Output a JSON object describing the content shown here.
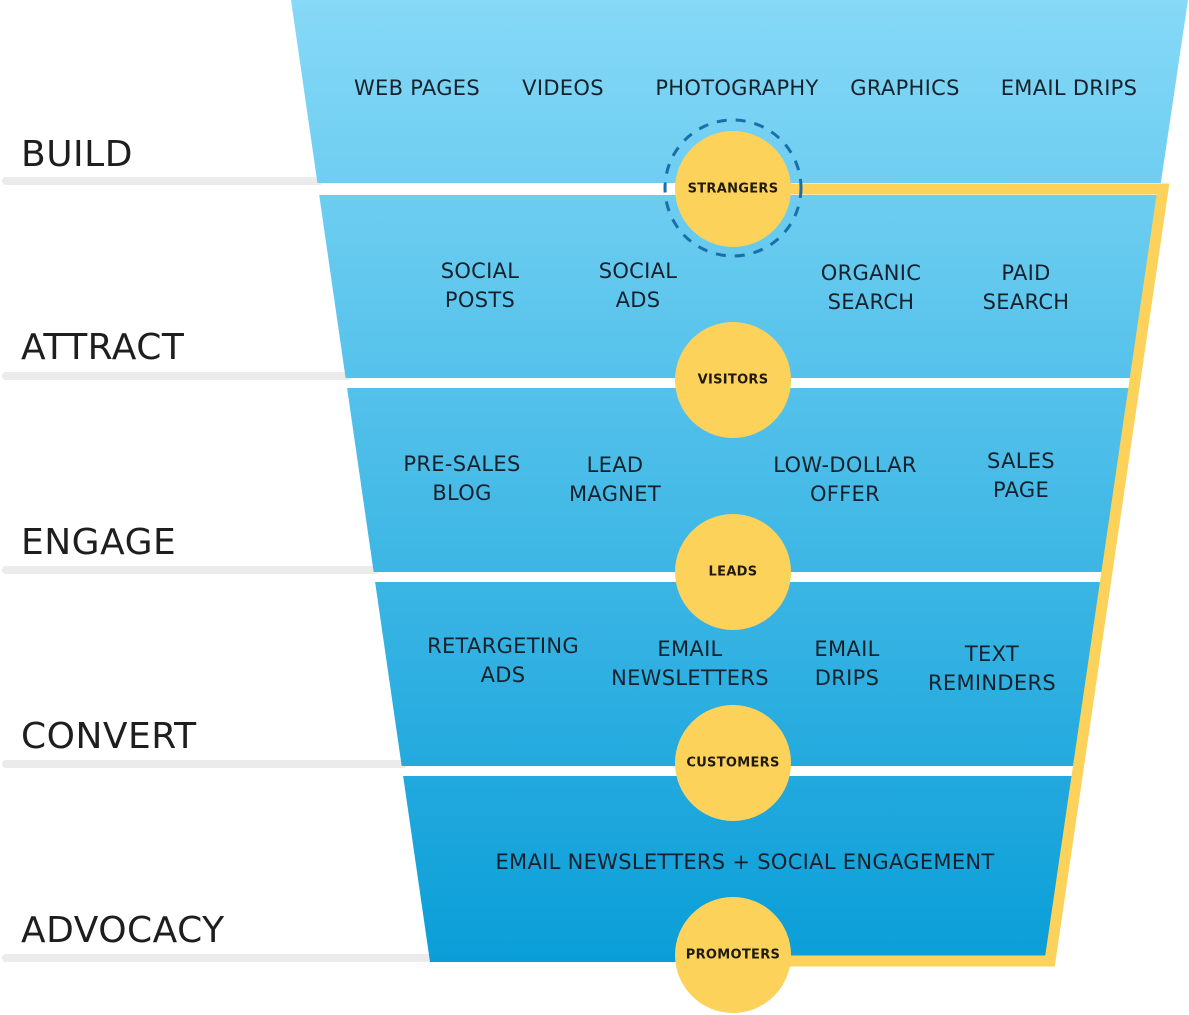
{
  "diagram": {
    "type": "marketing-funnel",
    "colors": {
      "funnel_top": "#86d9f7",
      "funnel_bottom": "#0a9ed8",
      "node_fill": "#fdd25a",
      "journey_line": "#fdd25a",
      "dashed_ring": "#1b6fa8",
      "label_text": "#1e1e1e",
      "divider": "#ebebeb"
    },
    "stages": [
      {
        "label": "BUILD",
        "node": "STRANGERS",
        "node_highlighted": true,
        "items": [
          [
            "WEB PAGES"
          ],
          [
            "VIDEOS"
          ],
          [
            "PHOTOGRAPHY"
          ],
          [
            "GRAPHICS"
          ],
          [
            "EMAIL DRIPS"
          ]
        ]
      },
      {
        "label": "ATTRACT",
        "node": "VISITORS",
        "node_highlighted": false,
        "items": [
          [
            "SOCIAL",
            "POSTS"
          ],
          [
            "SOCIAL",
            "ADS"
          ],
          [
            "ORGANIC",
            "SEARCH"
          ],
          [
            "PAID",
            "SEARCH"
          ]
        ]
      },
      {
        "label": "ENGAGE",
        "node": "LEADS",
        "node_highlighted": false,
        "items": [
          [
            "PRE-SALES",
            "BLOG"
          ],
          [
            "LEAD",
            "MAGNET"
          ],
          [
            "LOW-DOLLAR",
            "OFFER"
          ],
          [
            "SALES",
            "PAGE"
          ]
        ]
      },
      {
        "label": "CONVERT",
        "node": "CUSTOMERS",
        "node_highlighted": false,
        "items": [
          [
            "RETARGETING",
            "ADS"
          ],
          [
            "EMAIL",
            "NEWSLETTERS"
          ],
          [
            "EMAIL",
            "DRIPS"
          ],
          [
            "TEXT",
            "REMINDERS"
          ]
        ]
      },
      {
        "label": "ADVOCACY",
        "node": "PROMOTERS",
        "node_highlighted": false,
        "items": [
          [
            "EMAIL NEWSLETTERS + SOCIAL ENGAGEMENT"
          ]
        ]
      }
    ]
  }
}
